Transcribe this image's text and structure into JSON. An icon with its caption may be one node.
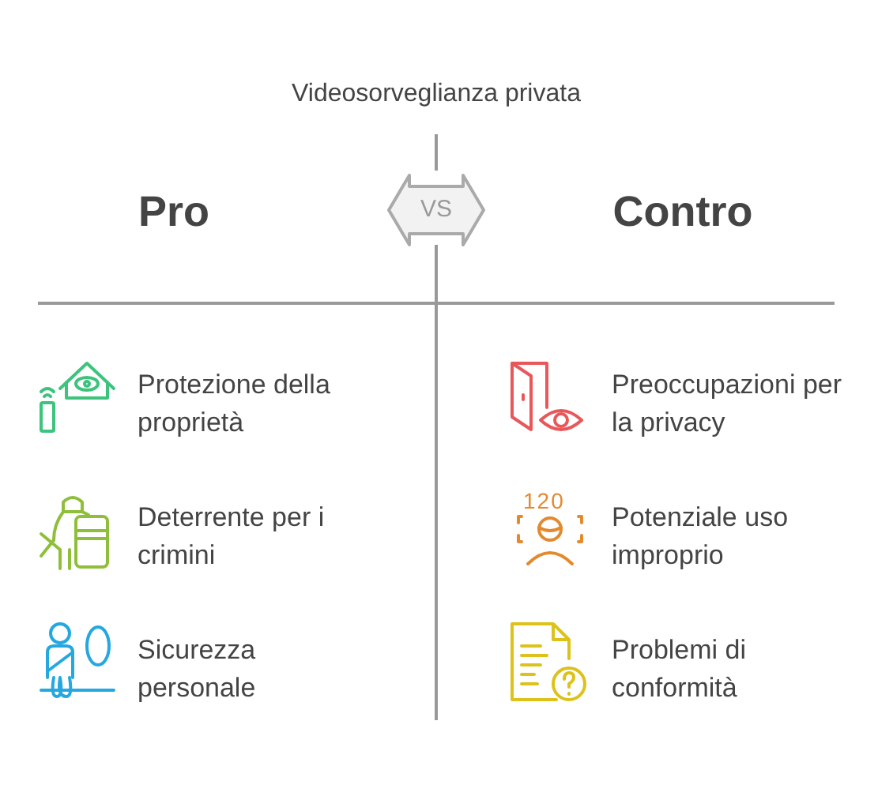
{
  "diagram": {
    "title": "Videosorveglianza privata",
    "nodes": [
      {
        "text": [
          "VS"
        ]
      }
    ],
    "labels": [
      "Pro",
      "Contro",
      "Protezione della proprietà",
      "Preoccupazioni per la privacy",
      "Deterrente per i crimini",
      "120",
      "Potenziale uso improprio",
      "Sicurezza personale",
      "Problemi di conformità"
    ]
  }
}
